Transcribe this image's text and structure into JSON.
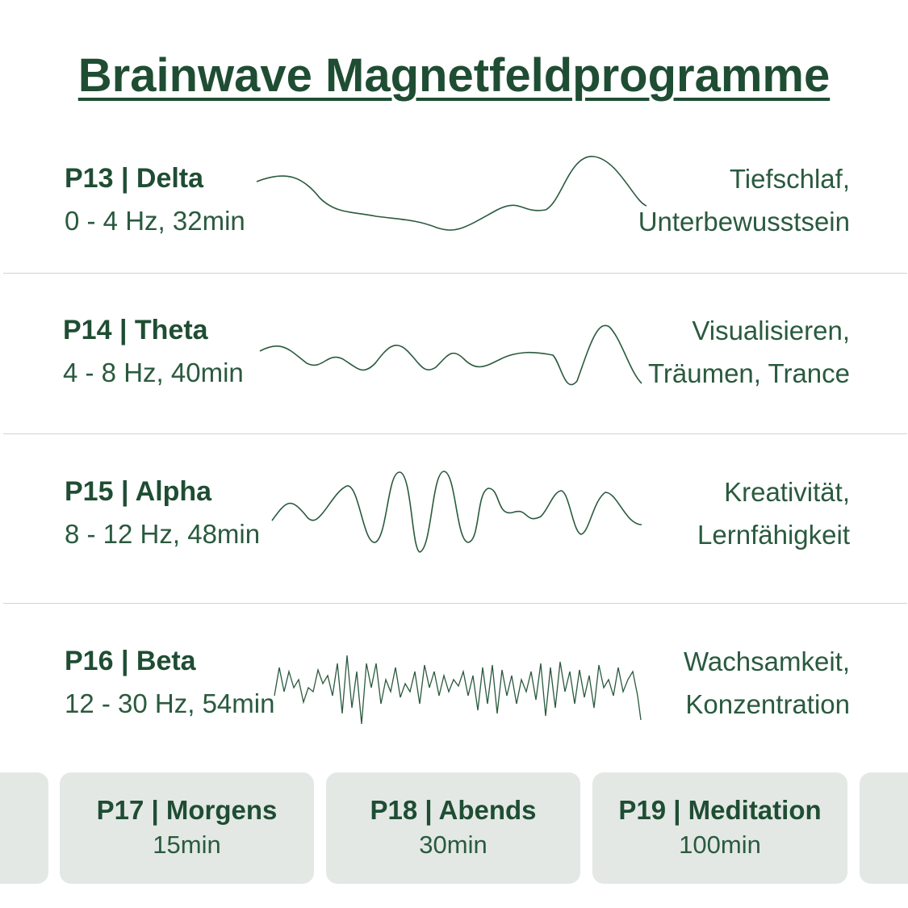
{
  "title": "Brainwave Magnetfeldprogramme",
  "programs": [
    {
      "name": "P13 | Delta",
      "meta": "0 - 4 Hz, 32min",
      "desc1": "Tiefschlaf,",
      "desc2": "Unterbewusstsein",
      "wave": "wave-delta"
    },
    {
      "name": "P14 | Theta",
      "meta": "4 - 8 Hz, 40min",
      "desc1": "Visualisieren,",
      "desc2": "Träumen, Trance",
      "wave": "wave-theta"
    },
    {
      "name": "P15 | Alpha",
      "meta": "8 - 12 Hz, 48min",
      "desc1": "Kreativität,",
      "desc2": "Lernfähigkeit",
      "wave": "wave-alpha"
    },
    {
      "name": "P16 | Beta",
      "meta": "12 - 30 Hz, 54min",
      "desc1": "Wachsamkeit,",
      "desc2": "Konzentration",
      "wave": "wave-beta"
    }
  ],
  "cards": [
    {
      "name": "P17 | Morgens",
      "duration": "15min"
    },
    {
      "name": "P18 | Abends",
      "duration": "30min"
    },
    {
      "name": "P19 | Meditation",
      "duration": "100min"
    }
  ],
  "colors": {
    "primary": "#1f4d33",
    "card_bg": "#e3e8e5",
    "separator": "#cfd4d1"
  }
}
